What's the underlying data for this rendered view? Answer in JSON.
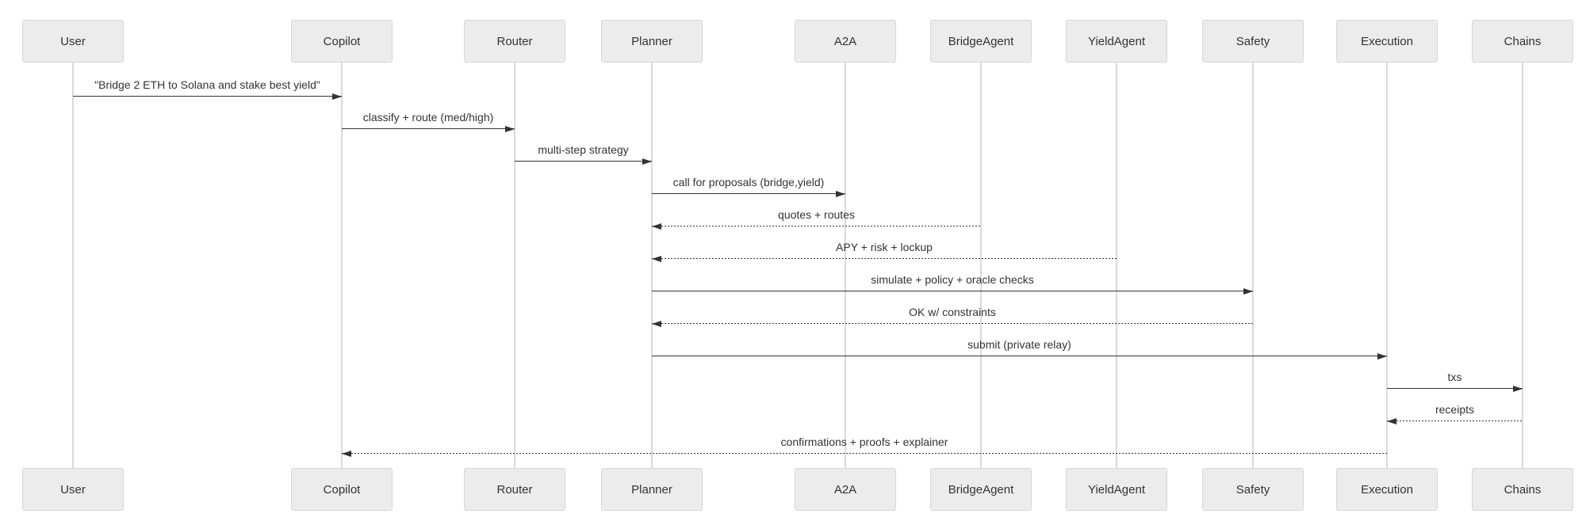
{
  "diagram": {
    "type": "sequence",
    "background": "#ffffff",
    "colors": {
      "actor_fill": "#ececec",
      "actor_border": "#d6d6d6",
      "lifeline": "#dadada",
      "message_line": "#333333",
      "text": "#333333"
    },
    "actors": [
      {
        "name": "User"
      },
      {
        "name": "Copilot"
      },
      {
        "name": "Router"
      },
      {
        "name": "Planner"
      },
      {
        "name": "A2A"
      },
      {
        "name": "BridgeAgent"
      },
      {
        "name": "YieldAgent"
      },
      {
        "name": "Safety"
      },
      {
        "name": "Execution"
      },
      {
        "name": "Chains"
      }
    ],
    "messages": [
      {
        "label": "\"Bridge 2 ETH to Solana and stake best yield\"",
        "from": "User",
        "to": "Copilot",
        "style": "solid"
      },
      {
        "label": "classify + route (med/high)",
        "from": "Copilot",
        "to": "Router",
        "style": "solid"
      },
      {
        "label": "multi-step strategy",
        "from": "Router",
        "to": "Planner",
        "style": "solid"
      },
      {
        "label": "call for proposals (bridge,yield)",
        "from": "Planner",
        "to": "A2A",
        "style": "solid"
      },
      {
        "label": "quotes + routes",
        "from": "BridgeAgent",
        "to": "Planner",
        "style": "dashed"
      },
      {
        "label": "APY + risk + lockup",
        "from": "YieldAgent",
        "to": "Planner",
        "style": "dashed"
      },
      {
        "label": "simulate + policy + oracle checks",
        "from": "Planner",
        "to": "Safety",
        "style": "solid"
      },
      {
        "label": "OK w/ constraints",
        "from": "Safety",
        "to": "Planner",
        "style": "dashed"
      },
      {
        "label": "submit (private relay)",
        "from": "Planner",
        "to": "Execution",
        "style": "solid"
      },
      {
        "label": "txs",
        "from": "Execution",
        "to": "Chains",
        "style": "solid"
      },
      {
        "label": "receipts",
        "from": "Chains",
        "to": "Execution",
        "style": "dashed"
      },
      {
        "label": "confirmations + proofs + explainer",
        "from": "Execution",
        "to": "Copilot",
        "style": "dashed"
      }
    ]
  }
}
